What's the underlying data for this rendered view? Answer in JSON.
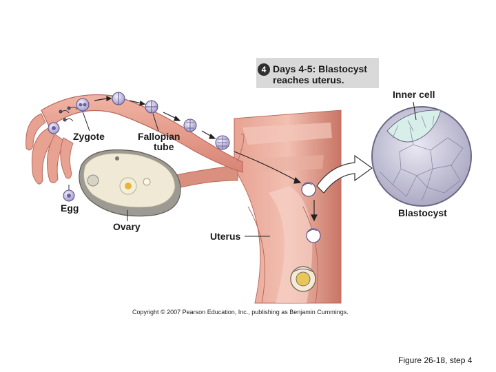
{
  "step": {
    "number": "4",
    "title_line1": "Days 4-5: Blastocyst",
    "title_line2": "reaches uterus."
  },
  "labels": {
    "zygote": "Zygote",
    "fallopian_line1": "Fallopian",
    "fallopian_line2": "tube",
    "egg": "Egg",
    "ovary": "Ovary",
    "uterus": "Uterus",
    "inner_cell": "Inner cell",
    "blastocyst": "Blastocyst"
  },
  "copyright": "Copyright © 2007 Pearson Education, Inc., publishing as Benjamin Cummings.",
  "caption": "Figure 26-18, step 4",
  "colors": {
    "tissue_pink": "#e6a08f",
    "tissue_dark": "#c96a5c",
    "ovary_cream": "#efe9d6",
    "cell_lavender": "#b9b3d6",
    "cell_outline": "#5a4f86",
    "inner_cell_green": "#d8efe9",
    "arrow_fill": "#ffffff"
  }
}
